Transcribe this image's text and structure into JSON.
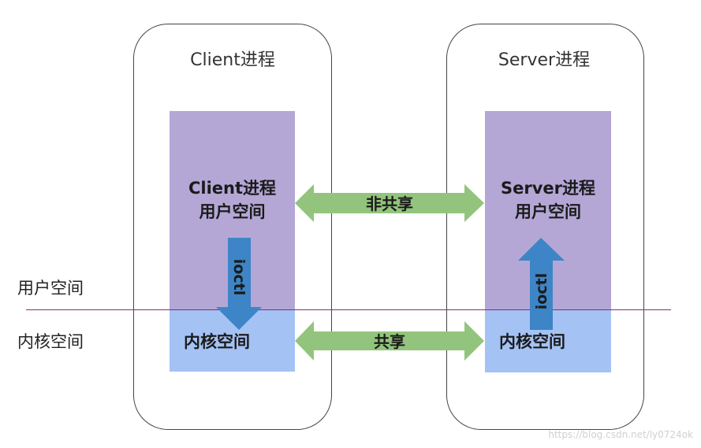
{
  "colors": {
    "user_space": "#b4a7d6",
    "kernel_space": "#a4c2f4",
    "shared_arrow": "#93c47d",
    "ioctl_arrow": "#3d85c6",
    "divider": "#8a2e6a"
  },
  "client": {
    "title": "Client进程",
    "user_space_label": [
      "Client进程",
      "用户空间"
    ],
    "kernel_space_label": "内核空间",
    "ioctl_label": "ioctl",
    "ioctl_direction": "down"
  },
  "server": {
    "title": "Server进程",
    "user_space_label": [
      "Server进程",
      "用户空间"
    ],
    "kernel_space_label": "内核空间",
    "ioctl_label": "ioctl",
    "ioctl_direction": "up"
  },
  "links": {
    "user_link_label": "非共享",
    "kernel_link_label": "共享"
  },
  "side_labels": {
    "user": "用户空间",
    "kernel": "内核空间"
  },
  "watermark": "https://blog.csdn.net/ly0724ok"
}
